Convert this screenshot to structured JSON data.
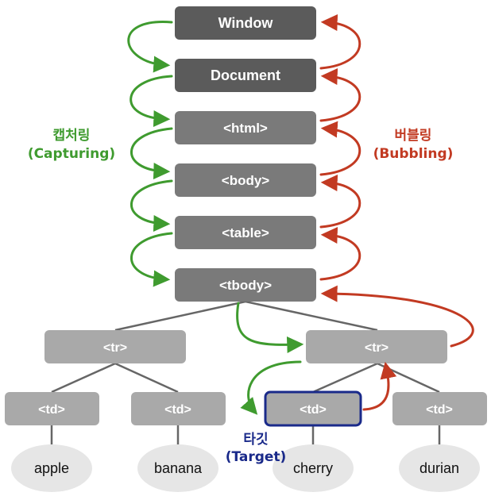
{
  "colors": {
    "dark_node": "#5b5b5b",
    "mid_node": "#7a7a7a",
    "light_node": "#a9a9a9",
    "leaf": "#e6e6e6",
    "capture": "#3f9b2f",
    "bubble": "#c23a22",
    "target": "#1a2a8a",
    "edge": "#666666"
  },
  "nodes": {
    "window": "Window",
    "document": "Document",
    "html": "<html>",
    "body": "<body>",
    "table": "<table>",
    "tbody": "<tbody>",
    "tr_left": "<tr>",
    "tr_right": "<tr>",
    "td_1": "<td>",
    "td_2": "<td>",
    "td_3": "<td>",
    "td_4": "<td>"
  },
  "leaves": {
    "apple": "apple",
    "banana": "banana",
    "cherry": "cherry",
    "durian": "durian"
  },
  "labels": {
    "capturing_ko": "캡처링",
    "capturing_en": "(Capturing)",
    "bubbling_ko": "버블링",
    "bubbling_en": "(Bubbling)",
    "target_ko": "타깃",
    "target_en": "(Target)"
  }
}
